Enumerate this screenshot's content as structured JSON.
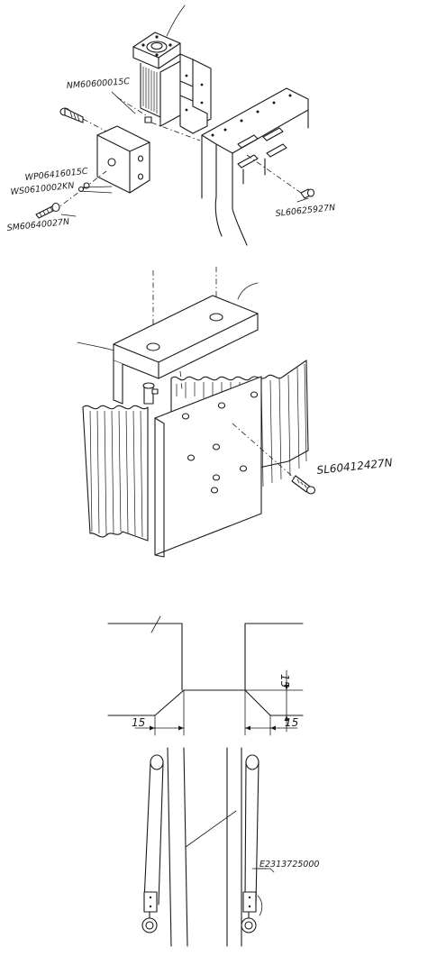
{
  "figure_1": {
    "labels": {
      "top_part": "NM60600015C",
      "washer_a": "WP06416015C",
      "washer_b": "WS0610002KN",
      "screw": "SM60640027N",
      "bolt_right": "SL60625927N"
    }
  },
  "figure_2": {
    "labels": {
      "bolt": "SL60412427N"
    }
  },
  "figure_3": {
    "dimensions": {
      "left": "15",
      "right": "15",
      "height": "15"
    }
  },
  "figure_4": {
    "labels": {
      "cable": "E2313725000"
    }
  }
}
